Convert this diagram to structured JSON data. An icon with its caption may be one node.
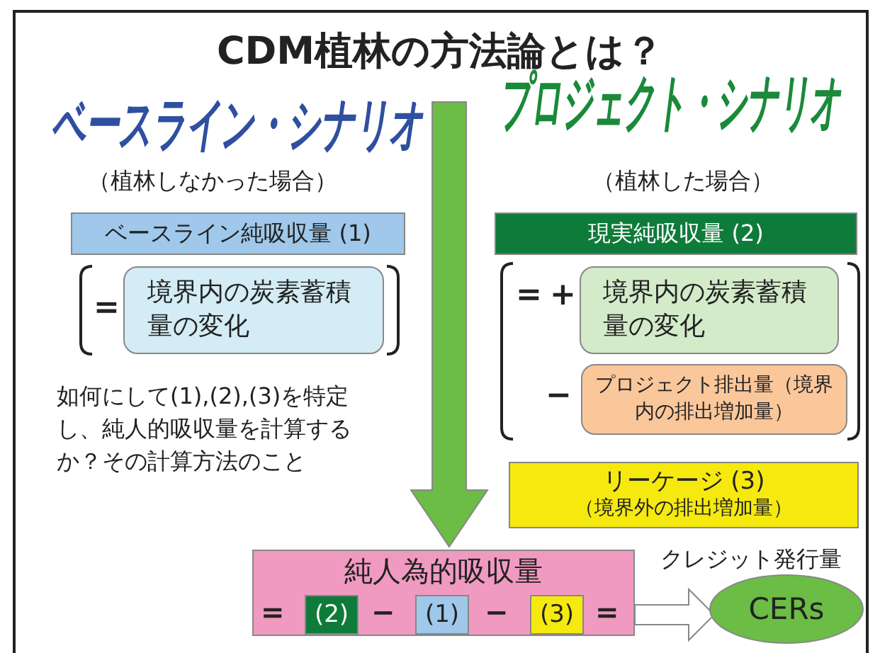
{
  "diagram": {
    "title": "CDM植林の方法論とは？",
    "nodes": [
      {
        "text": [
          "ベースライン純吸収量 (1)"
        ]
      },
      {
        "text": [
          "境界内の炭素蓄積量の変化"
        ]
      },
      {
        "text": [
          "現実純吸収量 (2)"
        ]
      },
      {
        "text": [
          "境界内の炭素蓄積量の変化"
        ]
      },
      {
        "text": [
          "プロジェクト排出量（境界内の排出増加量）"
        ]
      },
      {
        "text": [
          "リーケージ (3)",
          "（境界外の排出増加量）"
        ]
      },
      {
        "text": [
          "純人為的吸収量"
        ]
      },
      {
        "text": [
          "(2)"
        ],
        "in": 6
      },
      {
        "text": [
          "(1)"
        ],
        "in": 6
      },
      {
        "text": [
          "(3)"
        ],
        "in": 6
      },
      {
        "text": [
          "CERs"
        ],
        "beside": [
          "クレジット発行量"
        ]
      }
    ],
    "edges": [
      {
        "from": null,
        "to": 6,
        "arrow": "to",
        "style": "thick",
        "color": "#6bbd45"
      },
      {
        "from": 6,
        "to": 10,
        "arrow": "to",
        "style": "thick",
        "color": "#ffffff"
      }
    ],
    "labels": [
      "ベースライン・シナリオ",
      "プロジェクト・シナリオ",
      "（植林しなかった場合）",
      "（植林した場合）",
      "=",
      "=",
      "+",
      "−",
      "如何にして(1),(2),(3)を特定し、純人的吸収量を計算するか？その計算方法のこと",
      "=",
      "−",
      "−",
      "="
    ]
  }
}
